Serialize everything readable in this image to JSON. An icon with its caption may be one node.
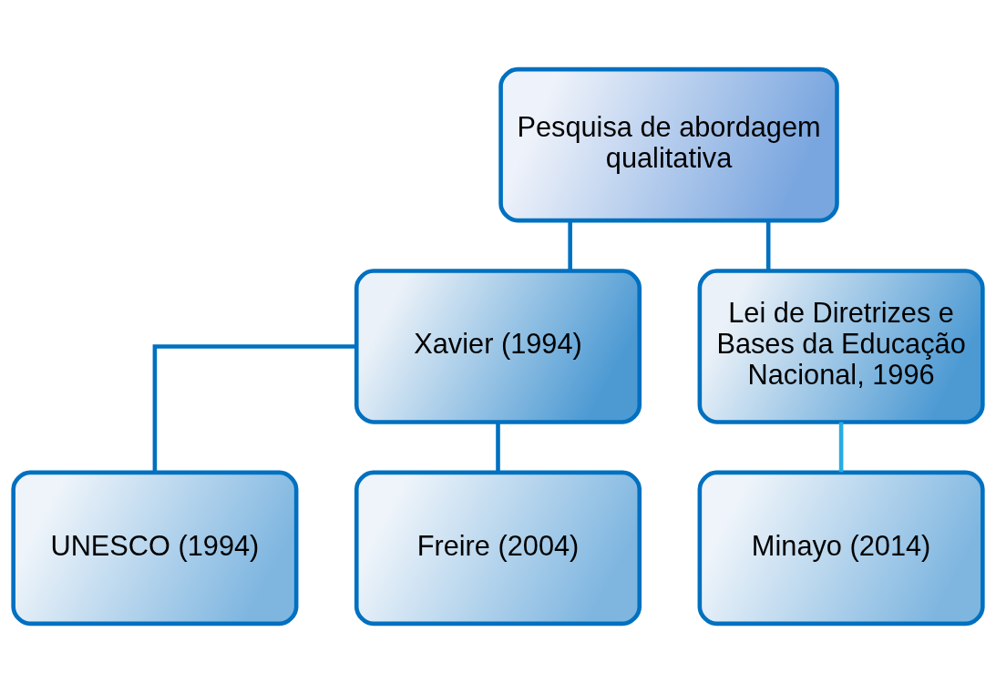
{
  "diagram": {
    "nodes": [
      {
        "text": [
          "Pesquisa de abordagem qualitativa"
        ]
      },
      {
        "text": [
          "Xavier (1994)"
        ]
      },
      {
        "text": [
          "Lei de Diretrizes e Bases da Educação Nacional, 1996"
        ]
      },
      {
        "text": [
          "UNESCO (1994)"
        ]
      },
      {
        "text": [
          "Freire (2004)"
        ]
      },
      {
        "text": [
          "Minayo (2014)"
        ]
      }
    ],
    "edges": [
      {
        "from": 0,
        "to": 1,
        "arrow": "none"
      },
      {
        "from": 0,
        "to": 2,
        "arrow": "none"
      },
      {
        "from": 1,
        "to": 3,
        "arrow": "none"
      },
      {
        "from": 1,
        "to": 4,
        "arrow": "none"
      },
      {
        "from": 2,
        "to": 5,
        "arrow": "none",
        "color": "#29abe2"
      }
    ]
  }
}
